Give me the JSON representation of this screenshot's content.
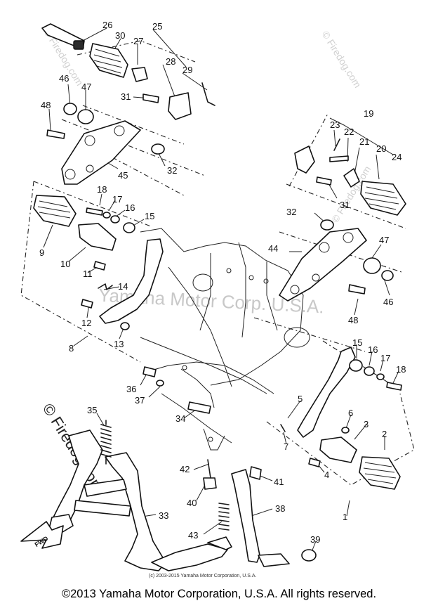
{
  "watermarks": {
    "center": "Yamaha Motor Corp. U.S.A.",
    "side_right_top": "© Firedog.com",
    "side_right_bottom": "© Firedog.com",
    "side_left": "© Firedog.com",
    "fine_print": "(c) 2003-2015 Yamaha Motor Corporation, U.S.A."
  },
  "footer": "©2013 Yamaha Motor Corporation, U.S.A. All rights reserved.",
  "fwd_label": "FWD",
  "callouts": [
    {
      "id": "c26",
      "text": "26"
    },
    {
      "id": "c25",
      "text": "25"
    },
    {
      "id": "c30",
      "text": "30"
    },
    {
      "id": "c27",
      "text": "27"
    },
    {
      "id": "c28",
      "text": "28"
    },
    {
      "id": "c29",
      "text": "29"
    },
    {
      "id": "c31a",
      "text": "31"
    },
    {
      "id": "c46a",
      "text": "46"
    },
    {
      "id": "c47a",
      "text": "47"
    },
    {
      "id": "c48a",
      "text": "48"
    },
    {
      "id": "c45",
      "text": "45"
    },
    {
      "id": "c32a",
      "text": "32"
    },
    {
      "id": "c19",
      "text": "19"
    },
    {
      "id": "c23",
      "text": "23"
    },
    {
      "id": "c22",
      "text": "22"
    },
    {
      "id": "c21",
      "text": "21"
    },
    {
      "id": "c20",
      "text": "20"
    },
    {
      "id": "c24",
      "text": "24"
    },
    {
      "id": "c31b",
      "text": "31"
    },
    {
      "id": "c18a",
      "text": "18"
    },
    {
      "id": "c17a",
      "text": "17"
    },
    {
      "id": "c16a",
      "text": "16"
    },
    {
      "id": "c15a",
      "text": "15"
    },
    {
      "id": "c9",
      "text": "9"
    },
    {
      "id": "c10",
      "text": "10"
    },
    {
      "id": "c11",
      "text": "11"
    },
    {
      "id": "c32b",
      "text": "32"
    },
    {
      "id": "c44",
      "text": "44"
    },
    {
      "id": "c47b",
      "text": "47"
    },
    {
      "id": "c46b",
      "text": "46"
    },
    {
      "id": "c14",
      "text": "14"
    },
    {
      "id": "c12",
      "text": "12"
    },
    {
      "id": "c13",
      "text": "13"
    },
    {
      "id": "c48b",
      "text": "48"
    },
    {
      "id": "c8",
      "text": "8"
    },
    {
      "id": "c15b",
      "text": "15"
    },
    {
      "id": "c16b",
      "text": "16"
    },
    {
      "id": "c17b",
      "text": "17"
    },
    {
      "id": "c18b",
      "text": "18"
    },
    {
      "id": "c36",
      "text": "36"
    },
    {
      "id": "c37",
      "text": "37"
    },
    {
      "id": "c35",
      "text": "35"
    },
    {
      "id": "c34",
      "text": "34"
    },
    {
      "id": "c5",
      "text": "5"
    },
    {
      "id": "c6",
      "text": "6"
    },
    {
      "id": "c3",
      "text": "3"
    },
    {
      "id": "c2",
      "text": "2"
    },
    {
      "id": "c7",
      "text": "7"
    },
    {
      "id": "c4",
      "text": "4"
    },
    {
      "id": "c42",
      "text": "42"
    },
    {
      "id": "c41",
      "text": "41"
    },
    {
      "id": "c40",
      "text": "40"
    },
    {
      "id": "c33",
      "text": "33"
    },
    {
      "id": "c38",
      "text": "38"
    },
    {
      "id": "c1",
      "text": "1"
    },
    {
      "id": "c43",
      "text": "43"
    },
    {
      "id": "c39",
      "text": "39"
    }
  ]
}
